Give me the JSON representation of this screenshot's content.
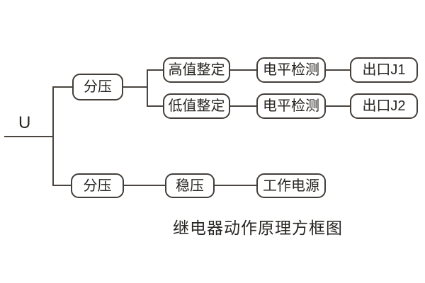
{
  "diagram": {
    "input_label": "U",
    "caption": "继电器动作原理方框图",
    "nodes": {
      "divider_top": "分压",
      "high_setting": "高值整定",
      "level_detect_1": "电平检测",
      "output_j1": "出口J1",
      "low_setting": "低值整定",
      "level_detect_2": "电平检测",
      "output_j2": "出口J2",
      "divider_bottom": "分压",
      "regulator": "稳压",
      "working_power": "工作电源"
    },
    "colors": {
      "line": "#433e39",
      "text": "#272522",
      "background": "#ffffff"
    }
  }
}
